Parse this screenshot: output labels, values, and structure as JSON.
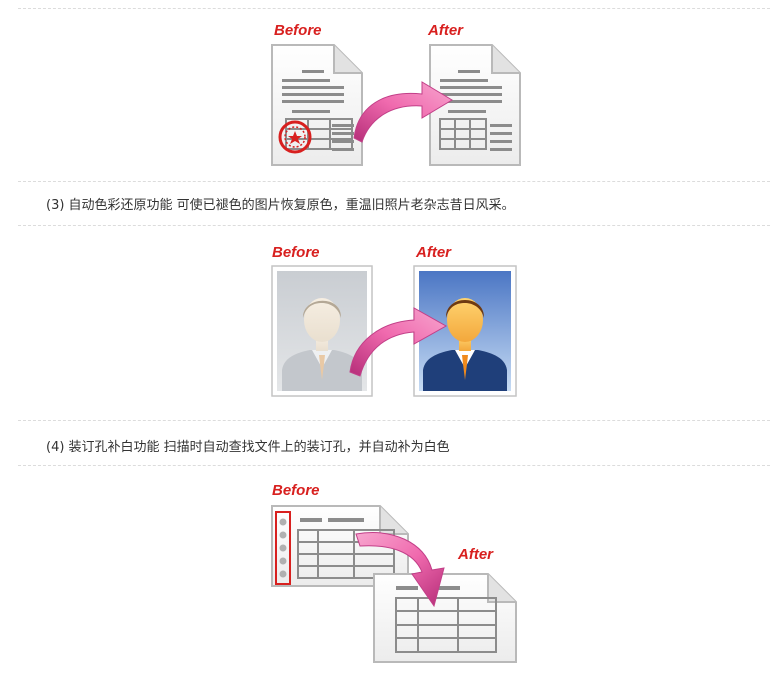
{
  "sections": [
    {
      "id": "seal-removal",
      "before_label": "Before",
      "after_label": "After"
    },
    {
      "id": "color-restore",
      "caption": "(3) 自动色彩还原功能 可使已褪色的图片恢复原色，重温旧照片老杂志昔日风采。",
      "before_label": "Before",
      "after_label": "After"
    },
    {
      "id": "punch-hole-fill",
      "caption": "(4) 装订孔补白功能 扫描时自动查找文件上的装订孔，并自动补为白色",
      "before_label": "Before",
      "after_label": "After"
    }
  ],
  "colors": {
    "label_red": "#d8201f",
    "arrow_pink": "#e85aa6",
    "stamp_red": "#d8201f",
    "divider": "#dcdcdc"
  }
}
